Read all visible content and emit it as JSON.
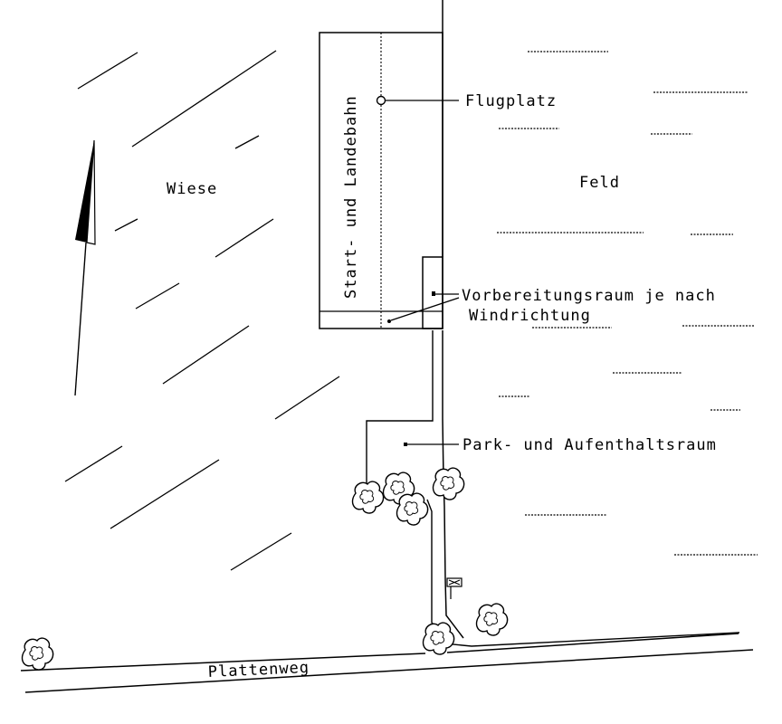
{
  "labels": {
    "runway": "Start- und Landebahn",
    "airfield": "Flugplatz",
    "meadow": "Wiese",
    "field": "Feld",
    "prep_room_line1": "Vorbereitungsraum je nach",
    "prep_room_line2": "Windrichtung",
    "parking": "Park- und Aufenthaltsraum",
    "road": "Plattenweg"
  },
  "icons": {
    "north_arrow": "north-arrow-icon",
    "shrub": "shrub-icon",
    "sign": "signpost-icon"
  },
  "colors": {
    "ink": "#000000",
    "background": "#ffffff"
  }
}
